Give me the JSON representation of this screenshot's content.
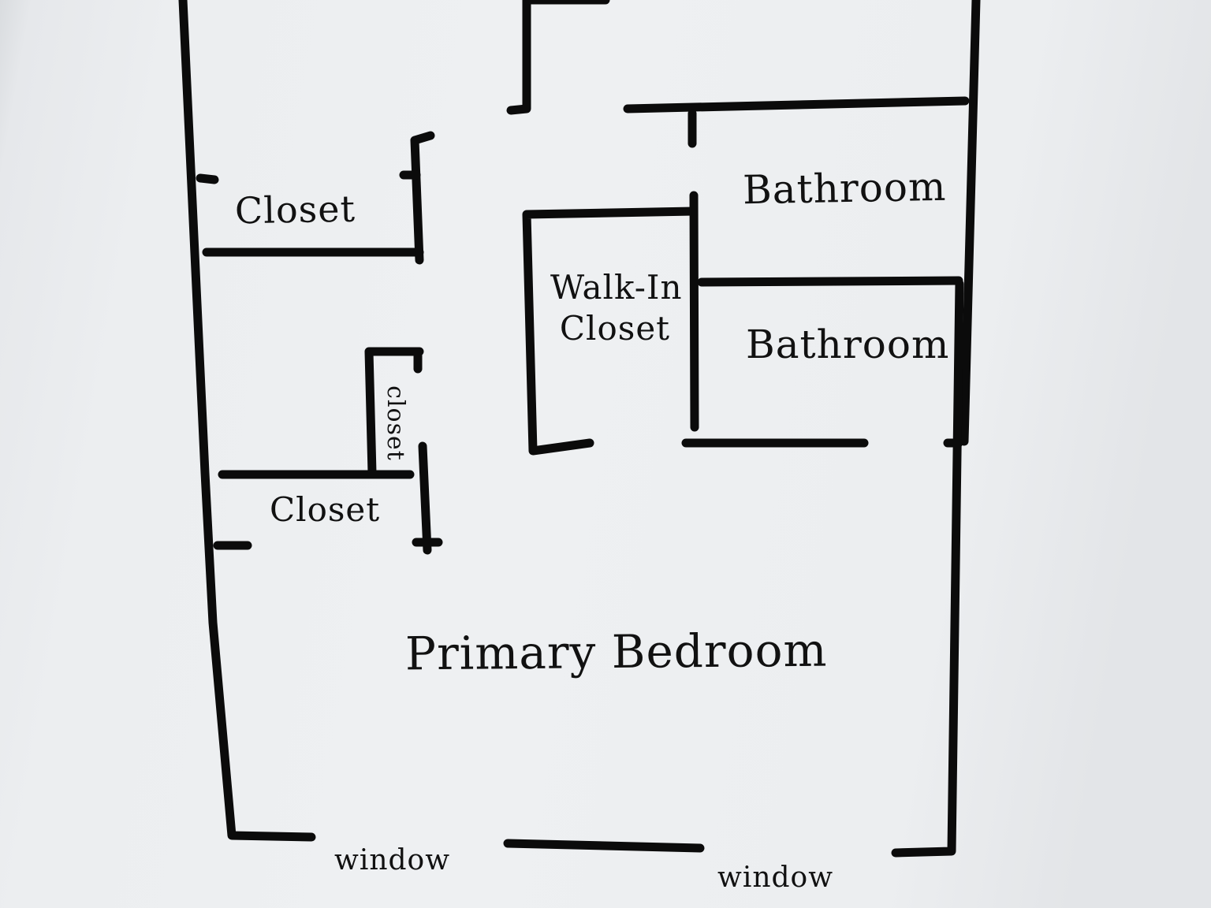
{
  "labels": {
    "closet_upper": "Closet",
    "bathroom_upper": "Bathroom",
    "walk_in_line1": "Walk-In",
    "walk_in_line2": "Closet",
    "bathroom_lower": "Bathroom",
    "closet_vertical": "closet",
    "closet_lower": "Closet",
    "primary_bedroom": "Primary Bedroom",
    "window_left": "window",
    "window_right": "window"
  },
  "colors": {
    "ink": "#0b0b0b",
    "paper": "#eef0f2"
  }
}
